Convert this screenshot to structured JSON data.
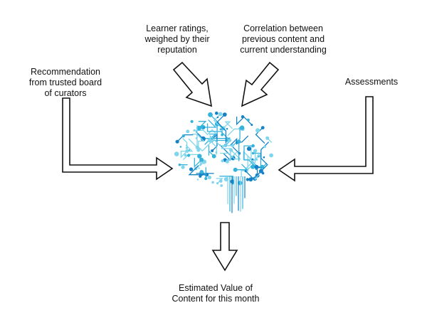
{
  "inputs": {
    "curators": {
      "lines": [
        "Recommendation",
        "from trusted board",
        "of curators"
      ]
    },
    "ratings": {
      "lines": [
        "Learner ratings,",
        "weighed by their",
        "reputation"
      ]
    },
    "correlation": {
      "lines": [
        "Correlation between",
        "previous content and",
        "current understanding"
      ]
    },
    "assessments": {
      "lines": [
        "Assessments"
      ]
    }
  },
  "output": {
    "lines": [
      "Estimated Value of",
      "Content for this month"
    ]
  },
  "icons": {
    "center": "brain-circuit-icon"
  },
  "colors": {
    "background": "#ffffff",
    "arrow_stroke": "#111111",
    "text": "#111111",
    "brain_light": "#7fd6ec",
    "brain_mid": "#35b3dc",
    "brain_dark": "#1482c4"
  }
}
